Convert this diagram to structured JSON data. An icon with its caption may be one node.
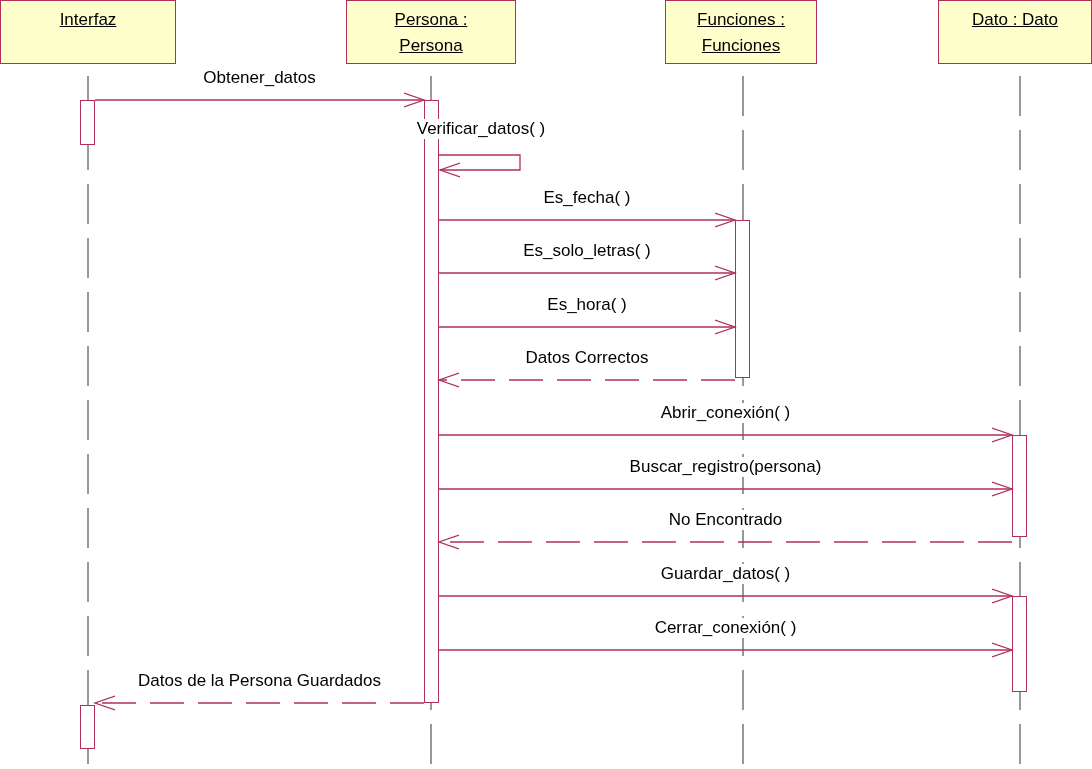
{
  "diagram": {
    "nodes": [
      {
        "text": [
          "Interfaz"
        ]
      },
      {
        "text": [
          "Persona : Persona"
        ]
      },
      {
        "text": [
          "Funciones : Funciones"
        ]
      },
      {
        "text": [
          "Dato : Dato"
        ]
      },
      {
        "text": [],
        "shape": "bar"
      },
      {
        "text": [],
        "shape": "bar"
      },
      {
        "text": [],
        "shape": "bar"
      },
      {
        "text": [],
        "shape": "bar"
      },
      {
        "text": [],
        "shape": "bar"
      },
      {
        "text": [],
        "shape": "bar"
      }
    ],
    "edges": [
      {
        "from": 4,
        "to": 5,
        "arrow": "to",
        "label": "Obtener_datos"
      },
      {
        "from": 5,
        "to": 5,
        "arrow": "to",
        "label": "Verificar_datos( )"
      },
      {
        "from": 5,
        "to": 6,
        "arrow": "to",
        "label": "Es_fecha( )"
      },
      {
        "from": 5,
        "to": 6,
        "arrow": "to",
        "label": "Es_solo_letras( )"
      },
      {
        "from": 5,
        "to": 6,
        "arrow": "to",
        "label": "Es_hora( )"
      },
      {
        "from": 6,
        "to": 5,
        "arrow": "to",
        "label": "Datos Correctos",
        "style": "dashed"
      },
      {
        "from": 5,
        "to": 7,
        "arrow": "to",
        "label": "Abrir_conexión( )"
      },
      {
        "from": 5,
        "to": 7,
        "arrow": "to",
        "label": "Buscar_registro(persona)"
      },
      {
        "from": 7,
        "to": 5,
        "arrow": "to",
        "label": "No Encontrado",
        "style": "dashed"
      },
      {
        "from": 5,
        "to": 8,
        "arrow": "to",
        "label": "Guardar_datos( )"
      },
      {
        "from": 5,
        "to": 8,
        "arrow": "to",
        "label": "Cerrar_conexión( )"
      },
      {
        "from": 5,
        "to": 9,
        "arrow": "to",
        "label": "Datos de la Persona Guardados",
        "style": "dashed"
      }
    ]
  }
}
